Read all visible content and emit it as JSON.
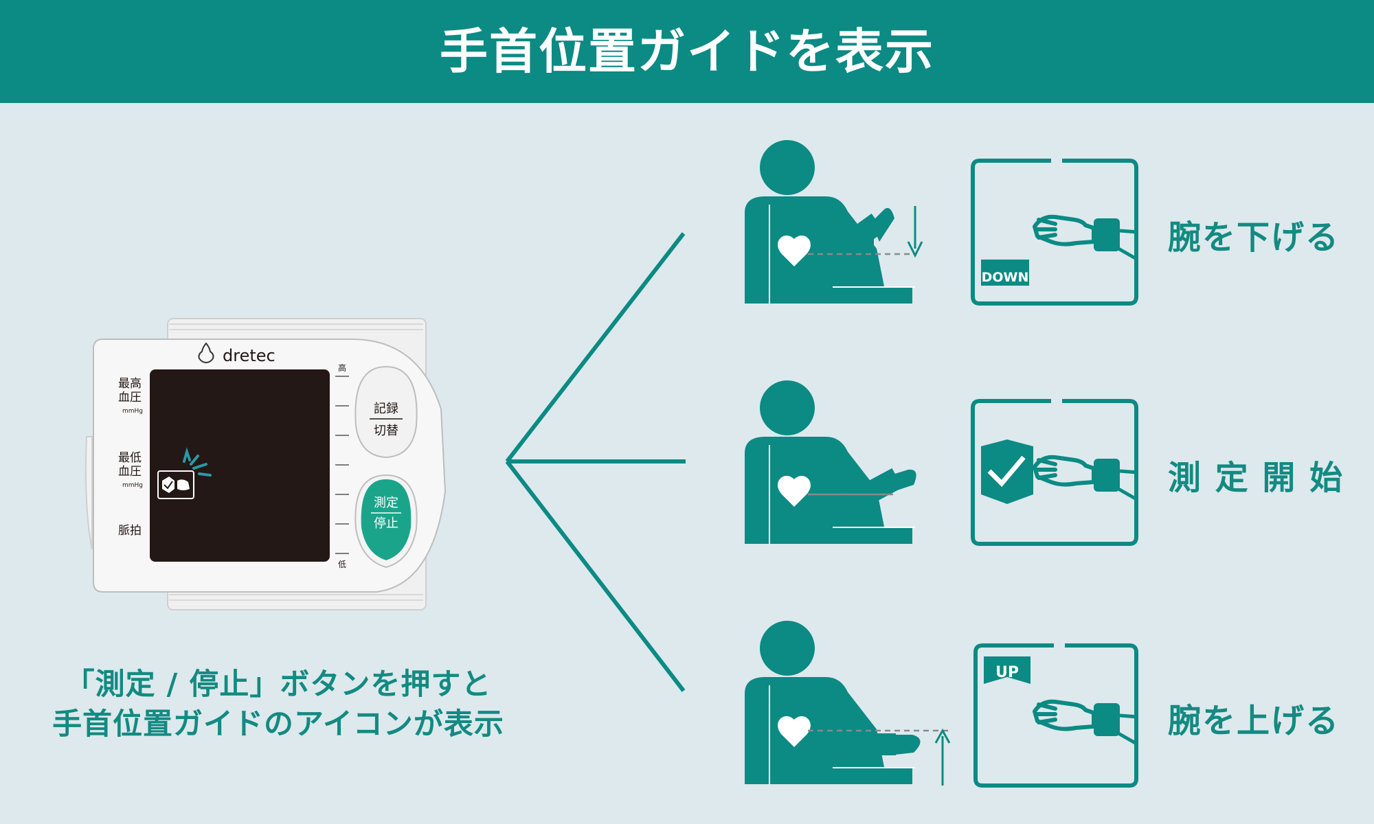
{
  "title": "手首位置ガイドを表示",
  "device": {
    "brand": "dretec",
    "labels": {
      "systolic": [
        "最高",
        "血圧"
      ],
      "diastolic": [
        "最低",
        "血圧"
      ],
      "unit": "mmHg",
      "pulse": "脈拍"
    },
    "scale": {
      "high": "高",
      "low": "低"
    },
    "buttons": {
      "memory": {
        "top": "記録",
        "bottom": "切替"
      },
      "start": {
        "top": "測定",
        "bottom": "停止"
      }
    }
  },
  "caption": {
    "line1": "「測定 / 停止」ボタンを押すと",
    "line2": "手首位置ガイドのアイコンが表示"
  },
  "steps": [
    {
      "id": "down",
      "label": "腕を下げる",
      "badge": "DOWN"
    },
    {
      "id": "ok",
      "label": "測 定 開 始",
      "badge": ""
    },
    {
      "id": "up",
      "label": "腕を上げる",
      "badge": "UP"
    }
  ],
  "colors": {
    "teal": "#0c8a84",
    "background": "#dde9ec",
    "button_green": "#1aa58b",
    "screen": "#231815"
  }
}
